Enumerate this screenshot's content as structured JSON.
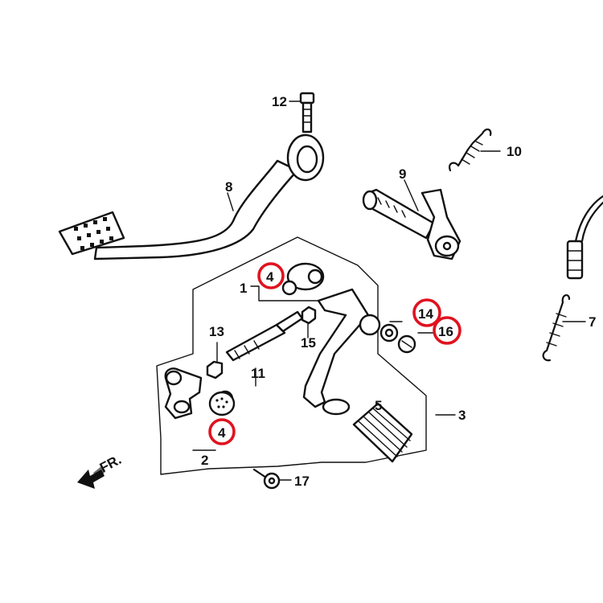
{
  "parts": {
    "p1": "1",
    "p2": "2",
    "p3": "3",
    "p4a": "4",
    "p4b": "4",
    "p5": "5",
    "p7": "7",
    "p8": "8",
    "p9": "9",
    "p10": "10",
    "p11": "11",
    "p12": "12",
    "p13": "13",
    "p14": "14",
    "p15": "15",
    "p16": "16",
    "p17": "17"
  },
  "direction": "FR.",
  "highlight_color": "#e0121f"
}
